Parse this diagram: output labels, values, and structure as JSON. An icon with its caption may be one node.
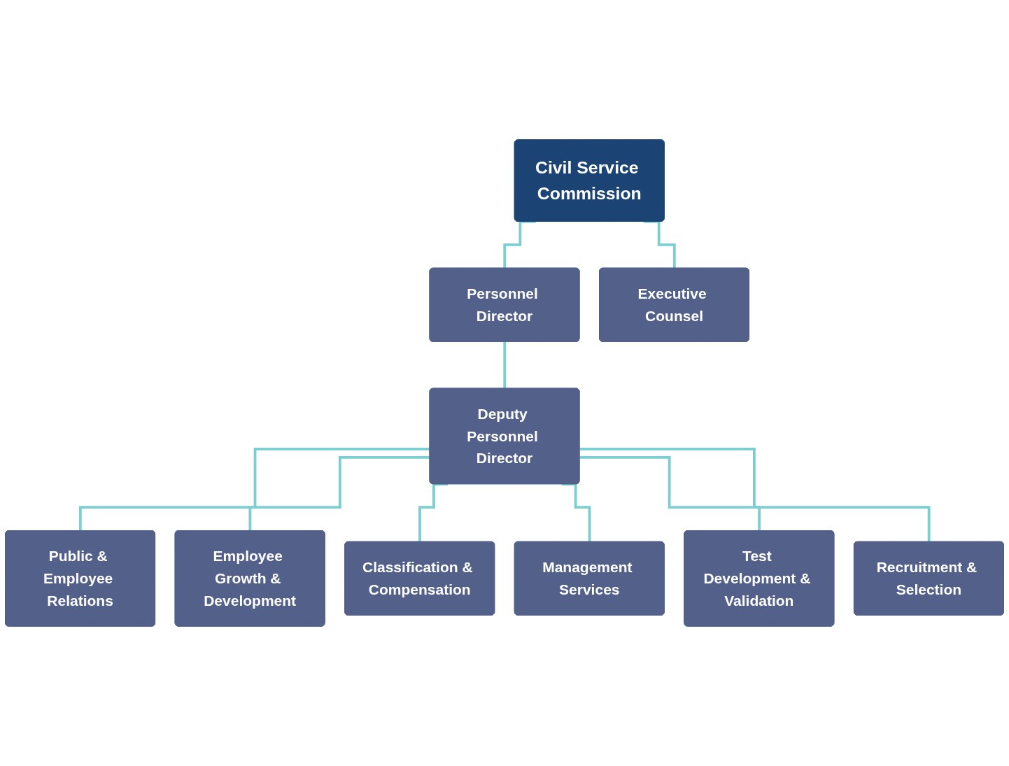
{
  "diagram": {
    "nodes": [
      {
        "text": [
          "Civil Service Commission"
        ]
      },
      {
        "text": [
          "Personnel Director"
        ]
      },
      {
        "text": [
          "Executive Counsel"
        ]
      },
      {
        "text": [
          "Deputy Personnel Director"
        ]
      },
      {
        "text": [
          "Public & Employee Relations"
        ]
      },
      {
        "text": [
          "Employee Growth & Development"
        ]
      },
      {
        "text": [
          "Classification & Compensation"
        ]
      },
      {
        "text": [
          "Management Services"
        ]
      },
      {
        "text": [
          "Test Development & Validation"
        ]
      },
      {
        "text": [
          "Recruitment & Selection"
        ]
      }
    ],
    "edges": [
      {
        "from": 0,
        "to": 1,
        "arrow": "none"
      },
      {
        "from": 0,
        "to": 2,
        "arrow": "none"
      },
      {
        "from": 1,
        "to": 3,
        "arrow": "none"
      },
      {
        "from": 3,
        "to": 4,
        "arrow": "none"
      },
      {
        "from": 3,
        "to": 5,
        "arrow": "none"
      },
      {
        "from": 3,
        "to": 6,
        "arrow": "none"
      },
      {
        "from": 3,
        "to": 7,
        "arrow": "none"
      },
      {
        "from": 3,
        "to": 8,
        "arrow": "none"
      },
      {
        "from": 3,
        "to": 9,
        "arrow": "none"
      }
    ]
  }
}
